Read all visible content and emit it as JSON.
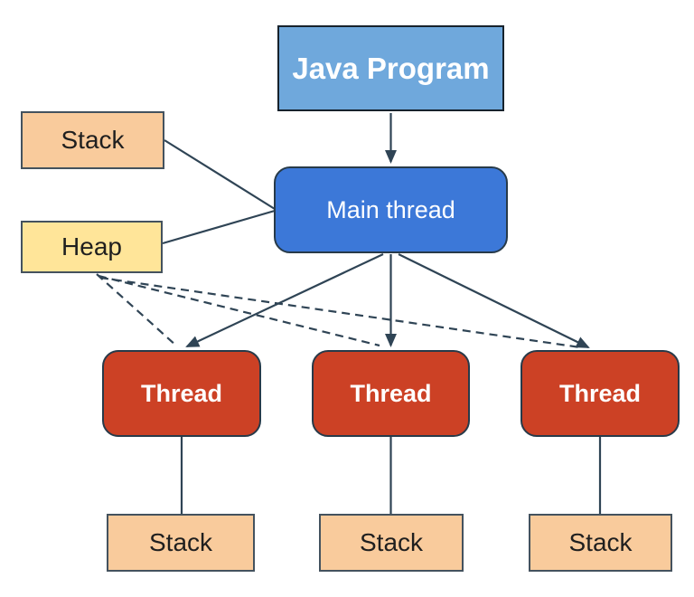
{
  "diagram": {
    "type": "flow-diagram",
    "topic": "Java program multithreading memory model",
    "nodes": {
      "java_program": {
        "label": "Java Program"
      },
      "main_thread": {
        "label": "Main thread"
      },
      "stack_left": {
        "label": "Stack"
      },
      "heap": {
        "label": "Heap"
      },
      "thread_1": {
        "label": "Thread"
      },
      "thread_2": {
        "label": "Thread"
      },
      "thread_3": {
        "label": "Thread"
      },
      "stack_1": {
        "label": "Stack"
      },
      "stack_2": {
        "label": "Stack"
      },
      "stack_3": {
        "label": "Stack"
      }
    },
    "connections": [
      {
        "from": "java_program",
        "to": "main_thread",
        "style": "solid",
        "arrow": true
      },
      {
        "from": "stack_left",
        "to": "main_thread",
        "style": "solid",
        "arrow": false
      },
      {
        "from": "heap",
        "to": "main_thread",
        "style": "solid",
        "arrow": false
      },
      {
        "from": "main_thread",
        "to": "thread_1",
        "style": "solid",
        "arrow": true
      },
      {
        "from": "main_thread",
        "to": "thread_2",
        "style": "solid",
        "arrow": true
      },
      {
        "from": "main_thread",
        "to": "thread_3",
        "style": "solid",
        "arrow": true
      },
      {
        "from": "heap",
        "to": "thread_1",
        "style": "dashed",
        "arrow": false
      },
      {
        "from": "heap",
        "to": "thread_2",
        "style": "dashed",
        "arrow": false
      },
      {
        "from": "heap",
        "to": "thread_3",
        "style": "dashed",
        "arrow": false
      },
      {
        "from": "thread_1",
        "to": "stack_1",
        "style": "solid",
        "arrow": false
      },
      {
        "from": "thread_2",
        "to": "stack_2",
        "style": "solid",
        "arrow": false
      },
      {
        "from": "thread_3",
        "to": "stack_3",
        "style": "solid",
        "arrow": false
      }
    ]
  },
  "colors": {
    "background": "#FFFFFF",
    "java_fill": "#6FA8DC",
    "java_border": "#17222C",
    "main_fill": "#3C78D8",
    "thread_fill": "#CC4125",
    "stack_fill": "#F9CB9C",
    "heap_fill": "#FFE599",
    "rounded_border": "#273A49",
    "rect_border": "#44525E",
    "line": "#2F4455",
    "text_light": "#FFFFFF",
    "text_dark": "#1F1F1F"
  }
}
